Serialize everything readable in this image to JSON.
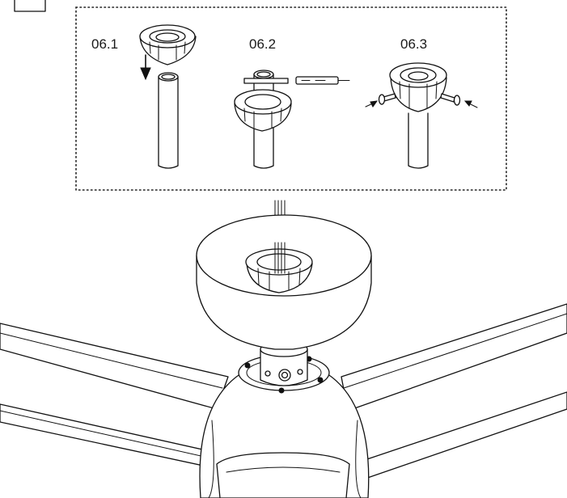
{
  "figure": {
    "steps": [
      {
        "label": "06.1"
      },
      {
        "label": "06.2"
      },
      {
        "label": "06.3"
      }
    ]
  },
  "colors": {
    "ink": "#111111",
    "background": "#ffffff"
  }
}
